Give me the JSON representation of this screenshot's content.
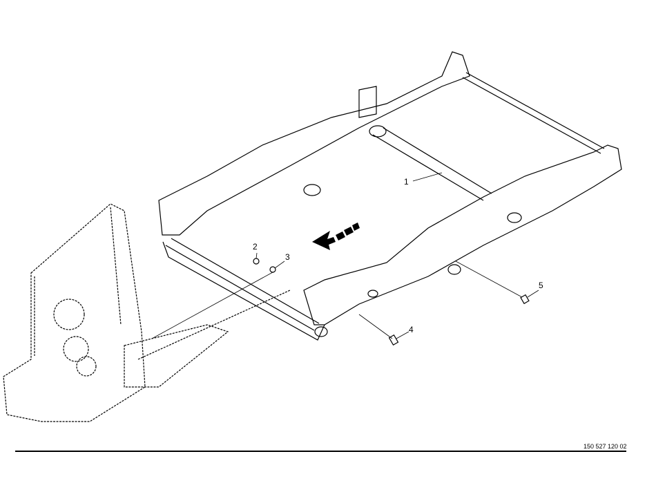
{
  "callouts": {
    "c1": "1",
    "c2": "2",
    "c3": "3",
    "c4": "4",
    "c5": "5"
  },
  "document_number": "150 527 120 02",
  "colors": {
    "line": "#000000",
    "background": "#ffffff"
  }
}
